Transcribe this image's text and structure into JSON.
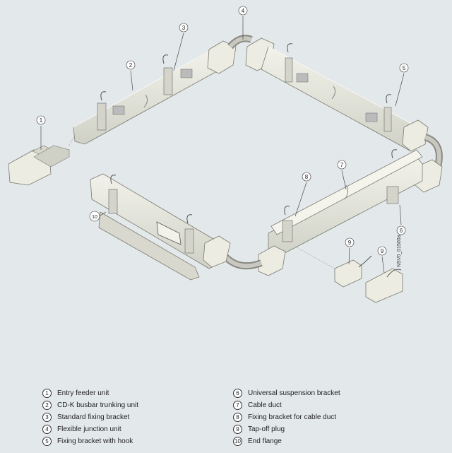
{
  "diagram": {
    "code": "NSV0_01500a",
    "callouts": [
      "1",
      "2",
      "3",
      "4",
      "5",
      "6",
      "7",
      "8",
      "9",
      "9",
      "10"
    ]
  },
  "legend": {
    "left": [
      {
        "num": "1",
        "text": "Entry feeder unit"
      },
      {
        "num": "2",
        "text": "CD-K busbar trunking unit"
      },
      {
        "num": "3",
        "text": "Standard fixing bracket"
      },
      {
        "num": "4",
        "text": "Flexible junction unit"
      },
      {
        "num": "5",
        "text": "Fixing bracket with hook"
      }
    ],
    "right": [
      {
        "num": "6",
        "text": "Universal suspension bracket"
      },
      {
        "num": "7",
        "text": "Cable duct"
      },
      {
        "num": "8",
        "text": "Fixing bracket for cable duct"
      },
      {
        "num": "9",
        "text": "Tap-off plug"
      },
      {
        "num": "10",
        "text": "End flange"
      }
    ]
  }
}
